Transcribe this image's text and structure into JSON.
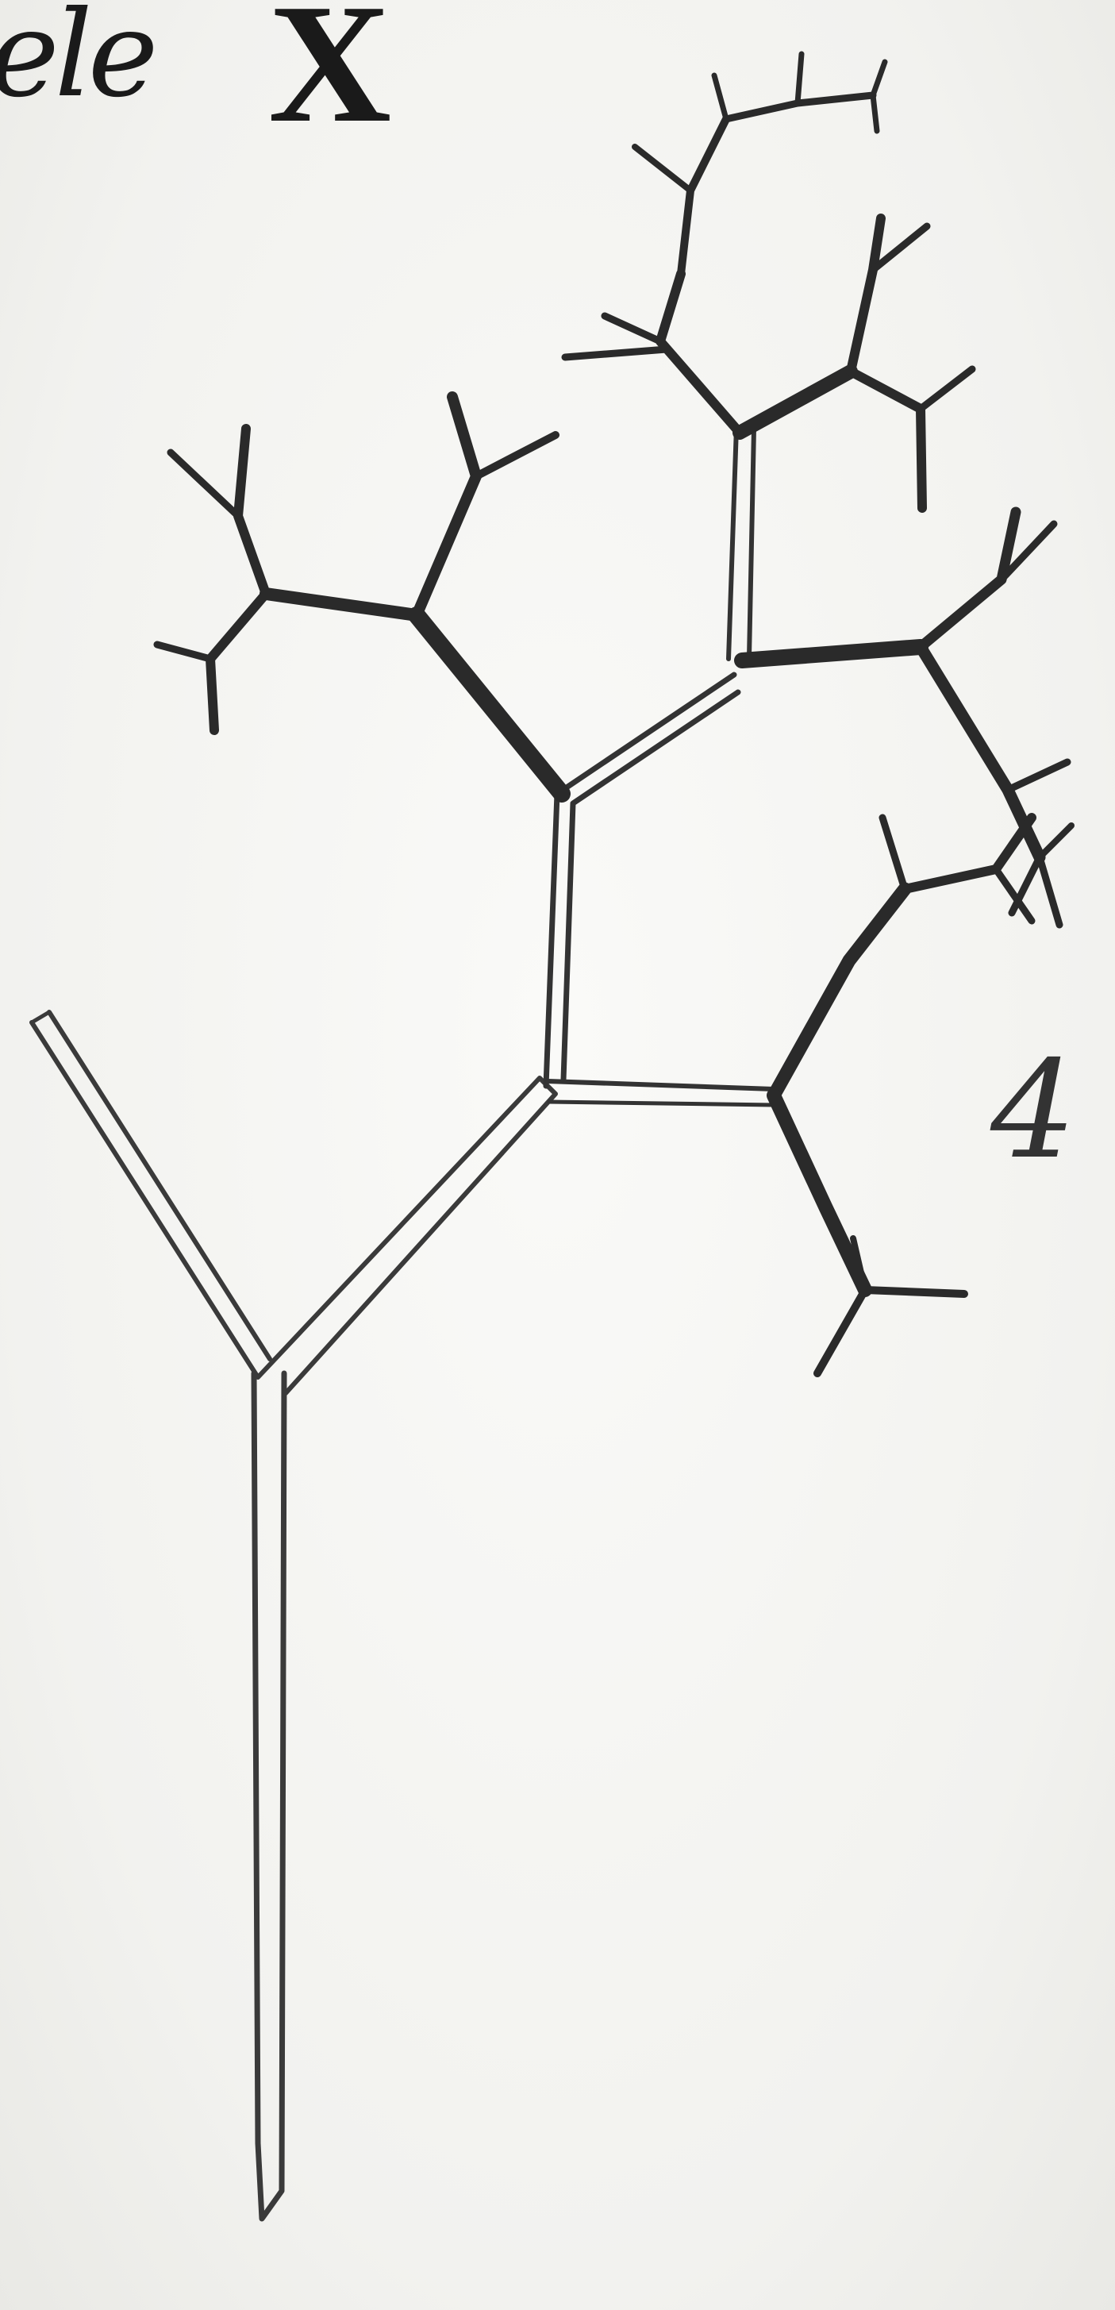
{
  "plate": {
    "caption_fragment": "ele",
    "plate_label": "X",
    "figure_number": "4"
  },
  "colors": {
    "ink": "#2a2a2a",
    "paper": "#f4f4f2"
  }
}
